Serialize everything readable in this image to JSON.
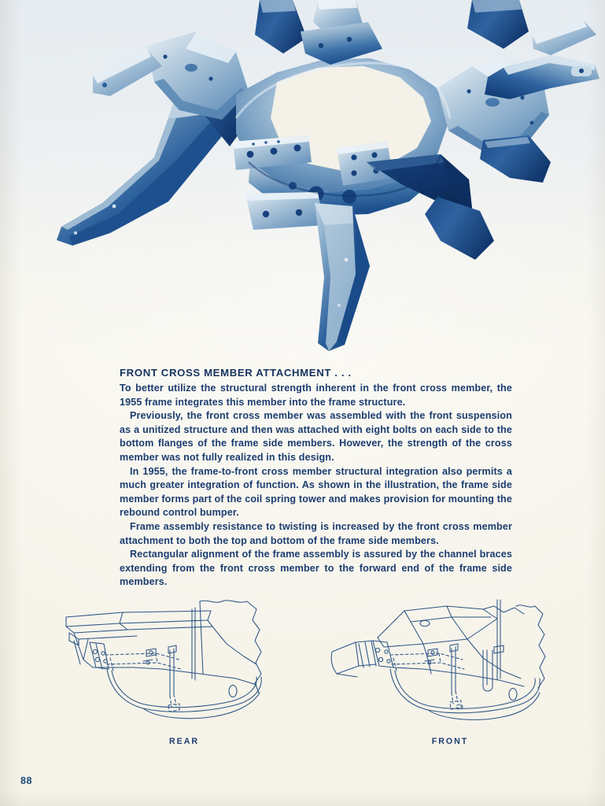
{
  "page": {
    "folio": "88",
    "paper_color": "#f7f5ec",
    "ink_color": "#1c3d70"
  },
  "photo": {
    "caption_alt": "front cross member frame assembly photograph",
    "tone": "duotone-blue",
    "highlight_color": "#b9cedd",
    "midtone_color": "#4a7fae",
    "shadow_color": "#1b4f8f",
    "deep_shadow_color": "#12356b"
  },
  "article": {
    "title": "FRONT CROSS MEMBER ATTACHMENT . . .",
    "paragraphs": [
      "To better utilize the structural strength inherent in the front cross member, the 1955 frame integrates this member into the frame structure.",
      "Previously, the front cross member was assembled with the front suspension as a unitized structure and then was attached with eight bolts on each side to the bottom flanges of the frame side members. However, the strength of the cross member was not fully realized in this design.",
      "In 1955, the frame-to-front cross member structural integration also permits a much greater integration of function. As shown in the illustration, the frame side member forms part of the coil spring tower and makes provision for mounting the rebound control bumper.",
      "Frame assembly resistance to twisting is increased by the front cross member attachment to both the top and bottom of the frame side members.",
      "Rectangular alignment of the frame assembly is assured by the channel braces extending from the front cross member to the forward end of the frame side members."
    ]
  },
  "figures": [
    {
      "id": "rear",
      "caption": "REAR",
      "alt": "line drawing of rear frame side member attachment"
    },
    {
      "id": "front",
      "caption": "FRONT",
      "alt": "line drawing of front frame side member attachment"
    }
  ]
}
